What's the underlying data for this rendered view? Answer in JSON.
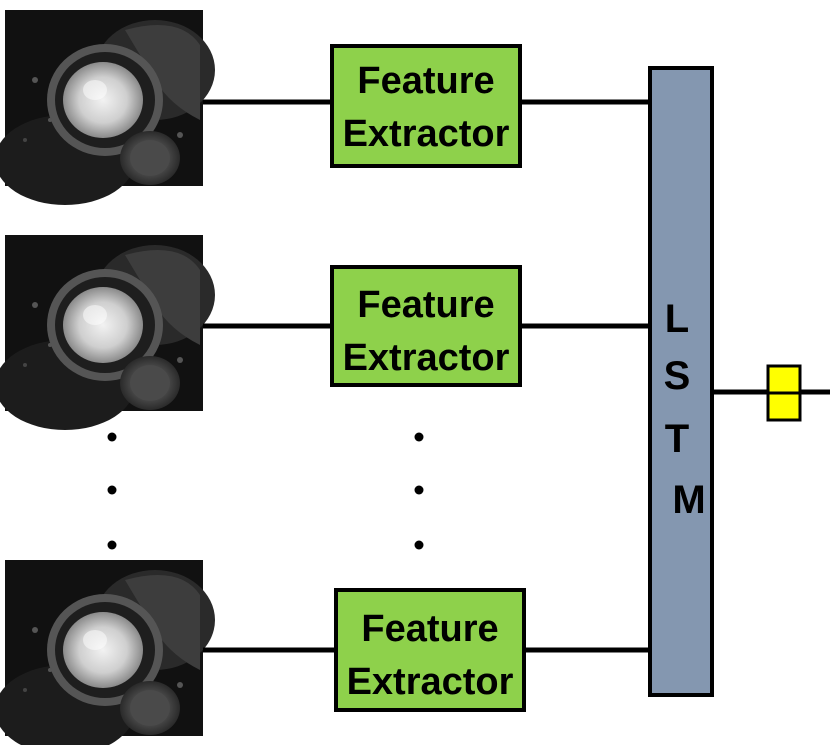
{
  "nodes": {
    "feature_extractor_1": {
      "line1": "Feature",
      "line2": "Extractor"
    },
    "feature_extractor_2": {
      "line1": "Feature",
      "line2": "Extractor"
    },
    "feature_extractor_3": {
      "line1": "Feature",
      "line2": "Extractor"
    },
    "lstm": {
      "letters": [
        "L",
        "S",
        "T",
        "M"
      ]
    }
  },
  "colors": {
    "feature_box": "#8ed14b",
    "lstm_box": "#8497b0",
    "output_box": "#ffff00",
    "stroke": "#000000"
  },
  "icons": {
    "frame": "cardiac-mri-frame-icon"
  }
}
